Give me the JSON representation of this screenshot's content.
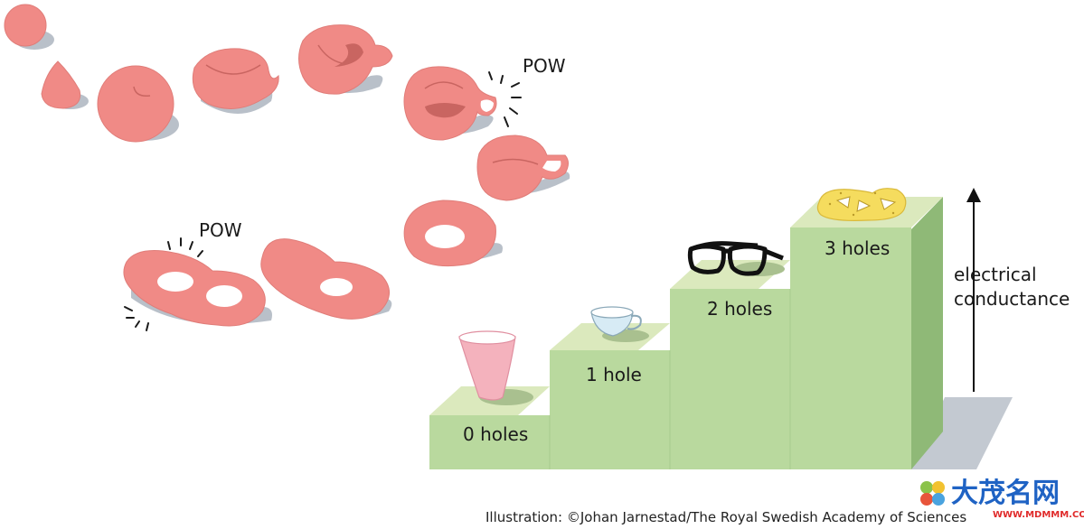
{
  "steps": [
    {
      "label": "0 holes",
      "object": "cup-without-handle"
    },
    {
      "label": "1 hole",
      "object": "teacup"
    },
    {
      "label": "2 holes",
      "object": "eyeglasses"
    },
    {
      "label": "3 holes",
      "object": "pretzel"
    }
  ],
  "pow_labels": [
    "POW",
    "POW"
  ],
  "axis": {
    "line1": "electrical",
    "line2": "conductance"
  },
  "credit": "Illustration: ©Johan Jarnestad/The Royal Swedish Academy of Sciences",
  "watermark": {
    "chinese": "大茂名网",
    "url": "WWW.MDMMM.COM"
  },
  "colors": {
    "blob": "#f08a86",
    "blob_edge": "#d9635f",
    "shadow": "#b9c0c9",
    "step_top": "#dbe9bd",
    "step_face": "#b9d99e",
    "step_side": "#8fb977",
    "pink_cup": "#f4b2bd",
    "teacup": "#d7ebf5",
    "pretzel": "#f5dc5e"
  }
}
